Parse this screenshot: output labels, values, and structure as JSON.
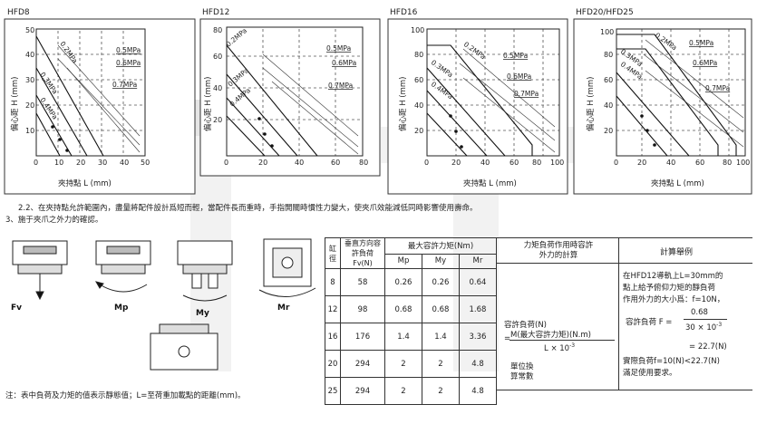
{
  "charts": [
    {
      "title": "HFD8",
      "x_ticks": [
        "0",
        "10",
        "20",
        "30",
        "40",
        "50"
      ],
      "y_ticks": [
        "10",
        "20",
        "30",
        "40",
        "50"
      ],
      "ylabel": "偏心距 H (mm)",
      "xlabel": "夾持點 L (mm)",
      "pressure_labels": [
        "0.2MPa",
        "0.3MPa",
        "0.4MPa",
        "0.5MPa",
        "0.6MPa",
        "0.7MPa"
      ]
    },
    {
      "title": "HFD12",
      "x_ticks": [
        "0",
        "20",
        "40",
        "60",
        "80"
      ],
      "y_ticks": [
        "20",
        "40",
        "60",
        "80"
      ],
      "ylabel": "偏心距 H (mm)",
      "xlabel": "",
      "pressure_labels": [
        "0.2MPa",
        "0.3MPa",
        "0.4MPa",
        "0.5MPa",
        "0.6MPa",
        "0.7MPa"
      ]
    },
    {
      "title": "HFD16",
      "x_ticks": [
        "0",
        "20",
        "40",
        "60",
        "80",
        "100"
      ],
      "y_ticks": [
        "20",
        "40",
        "60",
        "80",
        "100"
      ],
      "ylabel": "偏心距 H (mm)",
      "xlabel": "夾持點 L (mm)",
      "pressure_labels": [
        "0.2MPa",
        "0.3MPa",
        "0.4MPa",
        "0.5MPa",
        "0.6MPa",
        "0.7MPa"
      ]
    },
    {
      "title": "HFD20/HFD25",
      "x_ticks": [
        "0",
        "20",
        "40",
        "60",
        "80",
        "100"
      ],
      "y_ticks": [
        "20",
        "40",
        "60",
        "80",
        "100"
      ],
      "ylabel": "偏心距 H (mm)",
      "xlabel": "夾持點 L (mm)",
      "pressure_labels": [
        "0.2MPa",
        "0.3MPa",
        "0.4MPa",
        "0.5MPa",
        "0.6MPa",
        "0.7MPa"
      ]
    }
  ],
  "notes": {
    "n22": "2.2、在夾持點允許範圍內，盡量將配件設計爲短而輕，當配件長而重時，手指開關時慣性力變大，使夾爪效能減低同時影響使用壽命。",
    "n3": "3、施于夾爪之外力的確認。",
    "footnote": "注：表中負荷及力矩的值表示靜態值；L=至荷重加載點的距離(mm)。"
  },
  "diagram_labels": {
    "fv": "Fv",
    "mp": "Mp",
    "my": "My",
    "mr": "Mr"
  },
  "table": {
    "h_bore": "缸徑",
    "h_load": "垂直方向容許負荷Fv(N)",
    "h_moment": "最大容許力矩(Nm)",
    "h_mp": "Mp",
    "h_my": "My",
    "h_mr": "Mr",
    "rows": [
      {
        "bore": "8",
        "fv": "58",
        "mp": "0.26",
        "my": "0.26",
        "mr": "0.64"
      },
      {
        "bore": "12",
        "fv": "98",
        "mp": "0.68",
        "my": "0.68",
        "mr": "1.68"
      },
      {
        "bore": "16",
        "fv": "176",
        "mp": "1.4",
        "my": "1.4",
        "mr": "3.36"
      },
      {
        "bore": "20",
        "fv": "294",
        "mp": "2",
        "my": "2",
        "mr": "4.8"
      },
      {
        "bore": "25",
        "fv": "294",
        "mp": "2",
        "my": "2",
        "mr": "4.8"
      }
    ]
  },
  "calc": {
    "header": "力矩負荷作用時容許外力的計算",
    "l1": "容許負荷(N)",
    "eq": "=",
    "num": "M(最大容許力矩)(N.m)",
    "den": "L × 10",
    "den_exp": "-3",
    "unit1": "單位換",
    "unit2": "算常數"
  },
  "example": {
    "header": "計算舉例",
    "text1": "在HFD12導軌上L=30mm的",
    "text2": "點上給予俯仰力矩的靜負荷",
    "text3": "作用外力的大小爲：f=10N，",
    "text4": "容許負荷 F =",
    "num": "0.68",
    "den": "30 × 10",
    "den_exp": "-3",
    "res": "= 22.7(N)",
    "text5": "實際負荷f=10(N)<22.7(N)",
    "text6": "滿足使用要求。"
  }
}
